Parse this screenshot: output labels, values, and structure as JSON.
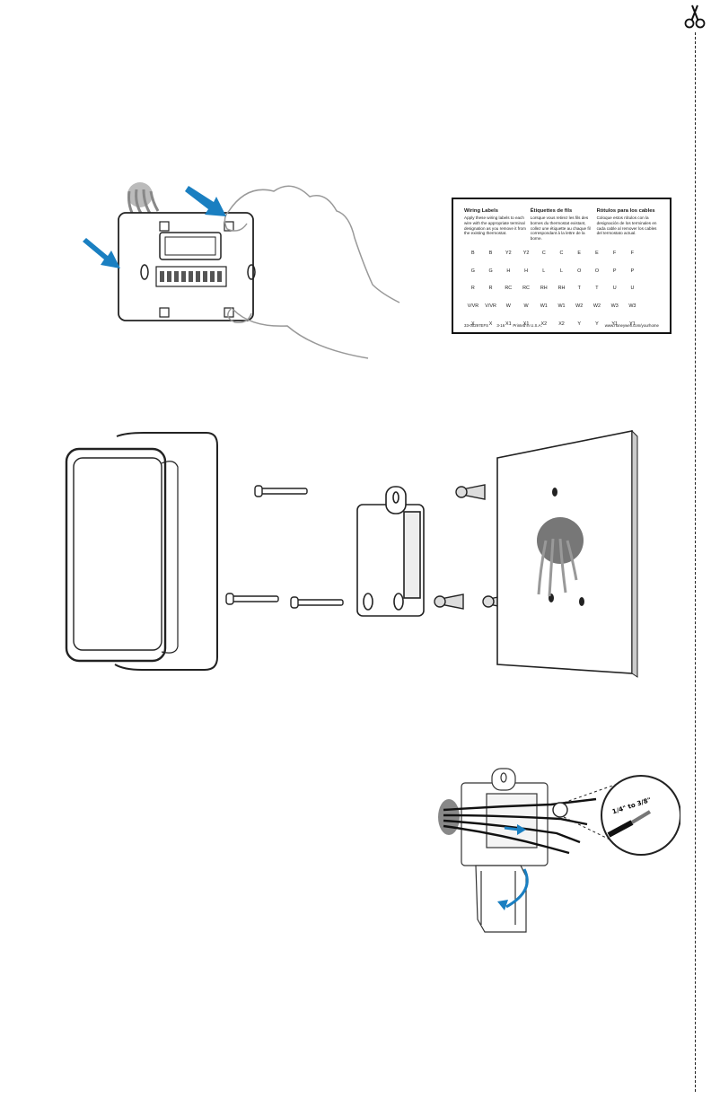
{
  "cut_marker": {
    "icon": "scissors-icon"
  },
  "wiring_label_card": {
    "headings": [
      {
        "title": "Wiring Labels",
        "text": "Apply these wiring labels to each wire with the appropriate terminal designation as you remove it from the existing thermostat."
      },
      {
        "title": "Étiquettes de fils",
        "text": "Lorsque vous retirez les fils des bornes du thermostat existant, collez une étiquette au chaque fil correspondant à la lettre de la borne."
      },
      {
        "title": "Rótulos para los cables",
        "text": "Coloque estos rótulos con la designación de los terminales en cada cable al remover los cables del termostato actual."
      }
    ],
    "rows": [
      [
        "B",
        "B",
        "Y2",
        "Y2",
        "C",
        "C",
        "E",
        "E",
        "F",
        "F",
        ""
      ],
      [
        "G",
        "G",
        "H",
        "H",
        "L",
        "L",
        "O",
        "O",
        "P",
        "P",
        ""
      ],
      [
        "R",
        "R",
        "RC",
        "RC",
        "RH",
        "RH",
        "T",
        "T",
        "U",
        "U",
        ""
      ],
      [
        "V/VR",
        "V/VR",
        "W",
        "W",
        "W1",
        "W1",
        "W2",
        "W2",
        "W3",
        "W3",
        ""
      ],
      [
        "X",
        "X",
        "X1",
        "X1",
        "X2",
        "X2",
        "Y",
        "Y",
        "Y1",
        "Y1",
        ""
      ]
    ],
    "footer_left": [
      "33-00297EFS",
      "3-16",
      "Printed in U.S.A."
    ],
    "footer_right": "www.honeywell.com/yourhome"
  },
  "wire_strip_callout": {
    "text": "1/4\" to 3/8\""
  },
  "accent_color": "#1a7fc1"
}
